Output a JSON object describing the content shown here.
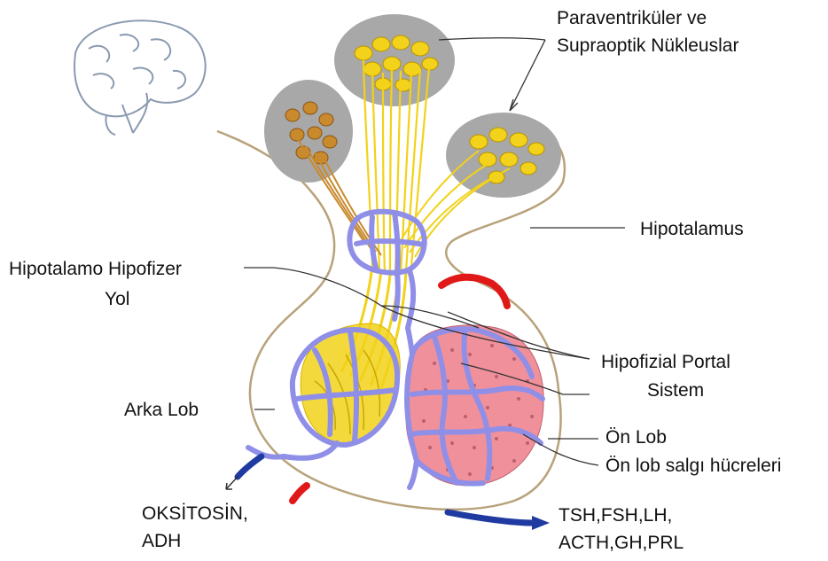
{
  "labels": {
    "paraventricular_line1": "Paraventriküler ve",
    "paraventricular_line2": "Supraoptik Nükleuslar",
    "hipotalamus": "Hipotalamus",
    "hipotalamo_hipofizer_line1": "Hipotalamo Hipofizer",
    "hipotalamo_hipofizer_line2": "Yol",
    "hipofizial_portal_line1": "Hipofizial Portal",
    "hipofizial_portal_line2": "Sistem",
    "arka_lob": "Arka Lob",
    "on_lob": "Ön Lob",
    "on_lob_salgi": "Ön lob salgı hücreleri",
    "oksitosin_line1": "OKSİTOSİN,",
    "oksitosin_line2": "ADH",
    "hormones_line1": "TSH,FSH,LH,",
    "hormones_line2": "ACTH,GH,PRL"
  },
  "colors": {
    "outline": "#b8a27a",
    "nucleus_fill": "#a8a8a8",
    "neuron_yellow": "#f2d21a",
    "neuron_brown": "#c98a2e",
    "portal_vessel": "#8f8fe8",
    "anterior_lobe": "#f0909a",
    "artery": "#e01818",
    "vein": "#1f3aa0",
    "leader_line": "#333333"
  },
  "icons": [
    "brain-icon"
  ]
}
